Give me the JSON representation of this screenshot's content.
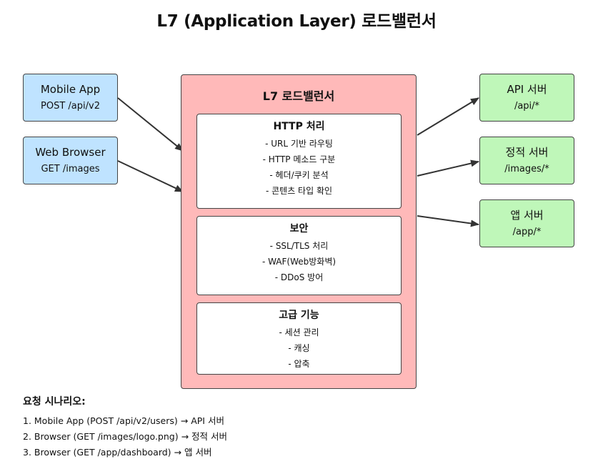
{
  "title": "L7 (Application Layer) 로드밸런서",
  "clients": [
    {
      "main": "Mobile App",
      "sub": "POST /api/v2"
    },
    {
      "main": "Web Browser",
      "sub": "GET /images"
    }
  ],
  "load_balancer": {
    "title": "L7 로드밸런서",
    "sections": [
      {
        "title": "HTTP 처리",
        "items": [
          "- URL 기반 라우팅",
          "- HTTP 메소드 구분",
          "- 헤더/쿠키 분석",
          "- 콘텐츠 타입 확인"
        ]
      },
      {
        "title": "보안",
        "items": [
          "- SSL/TLS 처리",
          "- WAF(Web방화벽)",
          "- DDoS 방어"
        ]
      },
      {
        "title": "고급 기능",
        "items": [
          "- 세션 관리",
          "- 캐싱",
          "- 압축"
        ]
      }
    ]
  },
  "servers": [
    {
      "main": "API 서버",
      "sub": "/api/*"
    },
    {
      "main": "정적 서버",
      "sub": "/images/*"
    },
    {
      "main": "앱 서버",
      "sub": "/app/*"
    }
  ],
  "scenario": {
    "title": "요청 시나리오:",
    "items": [
      "1. Mobile App (POST /api/v2/users) → API 서버",
      "2. Browser (GET /images/logo.png) → 정적 서버",
      "3. Browser (GET /app/dashboard) → 앱 서버"
    ]
  },
  "colors": {
    "client": "#bfe3ff",
    "server": "#bff7b9",
    "load_balancer": "#ffb9b9",
    "arrow": "#333333"
  }
}
